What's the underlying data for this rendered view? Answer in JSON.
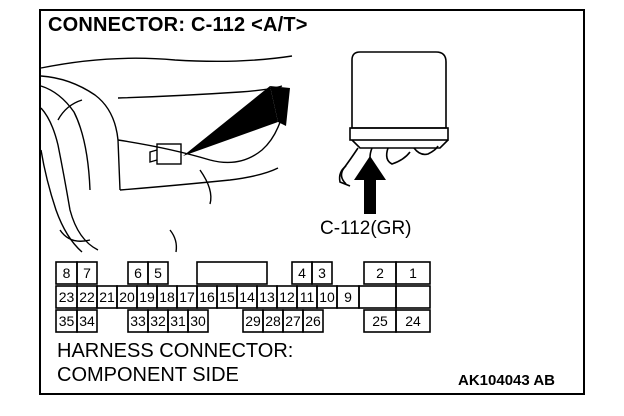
{
  "title": "CONNECTOR: C-112 <A/T>",
  "connector_label": "C-112(GR)",
  "caption": {
    "line1": "HARNESS CONNECTOR:",
    "line2": "COMPONENT SIDE"
  },
  "part_number": "AK104043 AB",
  "pins": {
    "row1": [
      "8",
      "7",
      "6",
      "5",
      "4",
      "3",
      "2",
      "1"
    ],
    "row2": [
      "23",
      "22",
      "21",
      "20",
      "19",
      "18",
      "17",
      "16",
      "15",
      "14",
      "13",
      "12",
      "11",
      "10",
      "9"
    ],
    "row3": [
      "35",
      "34",
      "33",
      "32",
      "31",
      "30",
      "29",
      "28",
      "27",
      "26",
      "25",
      "24"
    ]
  }
}
